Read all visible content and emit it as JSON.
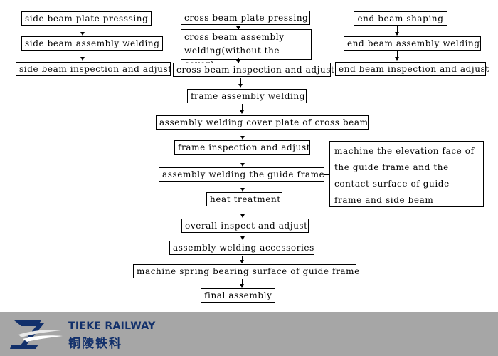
{
  "steps": {
    "side_beam_plate_pressing": "side beam plate presssing",
    "side_beam_assembly_welding": "side beam assembly welding",
    "side_beam_inspection": "side beam inspection and adjust",
    "cross_beam_plate_pressing": "cross beam plate pressing",
    "cross_beam_assembly_welding": "cross beam assembly welding(without the cover)",
    "cross_beam_inspection": "cross beam inspection and adjust",
    "end_beam_shaping": "end beam shaping",
    "end_beam_assembly_welding": "end beam assembly welding",
    "end_beam_inspection": "end beam inspection and adjust",
    "frame_assembly_welding": "frame assembly welding",
    "cover_plate_welding": "assembly welding cover plate of cross beam",
    "frame_inspection": "frame inspection and adjust",
    "guide_frame_welding": "assembly welding the guide frame",
    "heat_treatment": "heat treatment",
    "overall_inspect": "overall inspect and adjust",
    "accessories_welding": "assembly welding accessories",
    "spring_bearing_machining": "machine spring bearing surface of guide frame",
    "final_assembly": "final assembly"
  },
  "side_note": "machine the elevation face of the guide frame and the contact surface of guide frame and side beam",
  "footer": {
    "brand_en": "TIEKE RAILWAY",
    "brand_cn": "铜陵铁科",
    "colors": {
      "band": "#a6a6a6",
      "brand": "#12306b"
    }
  }
}
